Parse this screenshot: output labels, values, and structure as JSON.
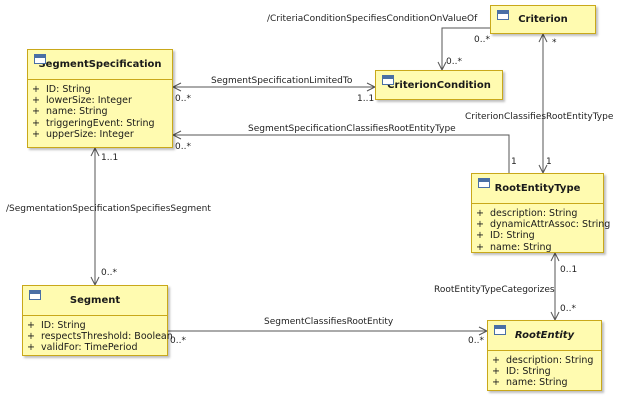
{
  "classes": {
    "segment_specification": {
      "name": "SegmentSpecification",
      "attributes": [
        {
          "vis": "+",
          "text": "ID: String"
        },
        {
          "vis": "+",
          "text": "lowerSize: Integer"
        },
        {
          "vis": "+",
          "text": "name: String"
        },
        {
          "vis": "+",
          "text": "triggeringEvent: String"
        },
        {
          "vis": "+",
          "text": "upperSize: Integer"
        }
      ]
    },
    "criterion": {
      "name": "Criterion",
      "attributes": []
    },
    "criterion_condition": {
      "name": "CriterionCondition",
      "attributes": []
    },
    "root_entity_type": {
      "name": "RootEntityType",
      "attributes": [
        {
          "vis": "+",
          "text": "description: String"
        },
        {
          "vis": "+",
          "text": "dynamicAttrAssoc: String"
        },
        {
          "vis": "+",
          "text": "ID: String"
        },
        {
          "vis": "+",
          "text": "name: String"
        }
      ]
    },
    "segment": {
      "name": "Segment",
      "attributes": [
        {
          "vis": "+",
          "text": "ID: String"
        },
        {
          "vis": "+",
          "text": "respectsThreshold: Boolean"
        },
        {
          "vis": "+",
          "text": "validFor: TimePeriod"
        }
      ]
    },
    "root_entity": {
      "name": "RootEntity",
      "attributes": [
        {
          "vis": "+",
          "text": "description: String"
        },
        {
          "vis": "+",
          "text": "ID: String"
        },
        {
          "vis": "+",
          "text": "name: String"
        }
      ]
    }
  },
  "associations": {
    "criteria_condition": "/CriteriaConditionSpecifiesConditionOnValueOf",
    "limited_to": "SegmentSpecificationLimitedTo",
    "classifies_root_entity_type": "SegmentSpecificationClassifiesRootEntityType",
    "criterion_classifies": "CriterionClassifiesRootEntityType",
    "specifies_segment": "/SegmentationSpecificationSpecifiesSegment",
    "categorizes": "RootEntityTypeCategorizes",
    "segment_classifies": "SegmentClassifiesRootEntity"
  },
  "multiplicities": {
    "criteria_condition_criterion": "0..*",
    "criteria_condition_condition": "0..*",
    "criterion_classifies_criterion": "*",
    "criterion_classifies_ret": "1",
    "limited_to_spec": "0..*",
    "limited_to_condition": "1..1",
    "classifies_ret_spec": "0..*",
    "classifies_ret_ret": "1",
    "specifies_segment_spec": "1..1",
    "specifies_segment_segment": "0..*",
    "categorizes_ret": "0..1",
    "categorizes_root_entity": "0..*",
    "segment_classifies_segment": "0..*",
    "segment_classifies_root_entity": "0..*"
  }
}
